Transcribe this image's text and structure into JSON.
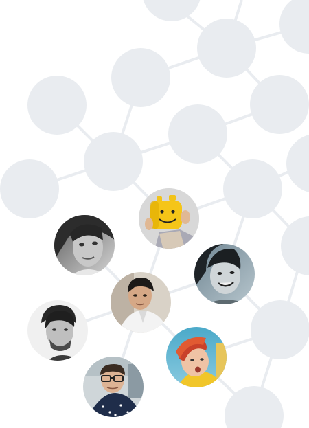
{
  "colors": {
    "background": "#ffffff",
    "placeholder_node": "#e9ecf0",
    "connector_line": "#e9ecf0"
  },
  "nodes": [
    {
      "kind": "placeholder"
    },
    {
      "kind": "placeholder"
    },
    {
      "kind": "placeholder"
    },
    {
      "kind": "placeholder"
    },
    {
      "kind": "placeholder"
    },
    {
      "kind": "placeholder"
    },
    {
      "kind": "placeholder"
    },
    {
      "kind": "placeholder"
    },
    {
      "kind": "placeholder"
    },
    {
      "kind": "placeholder"
    },
    {
      "kind": "placeholder"
    },
    {
      "kind": "placeholder"
    },
    {
      "kind": "placeholder"
    },
    {
      "kind": "placeholder"
    },
    {
      "kind": "avatar",
      "subject": "person-lego-head-mask",
      "tone": "color"
    },
    {
      "kind": "avatar",
      "subject": "young-man-long-hair",
      "tone": "grayscale"
    },
    {
      "kind": "avatar",
      "subject": "smiling-man-dark-hair",
      "tone": "grayscale-blue"
    },
    {
      "kind": "avatar",
      "subject": "man-white-shirt",
      "tone": "color"
    },
    {
      "kind": "avatar",
      "subject": "man-with-beard",
      "tone": "grayscale"
    },
    {
      "kind": "avatar",
      "subject": "woman-red-hair",
      "tone": "color"
    },
    {
      "kind": "avatar",
      "subject": "man-with-glasses",
      "tone": "color"
    }
  ]
}
